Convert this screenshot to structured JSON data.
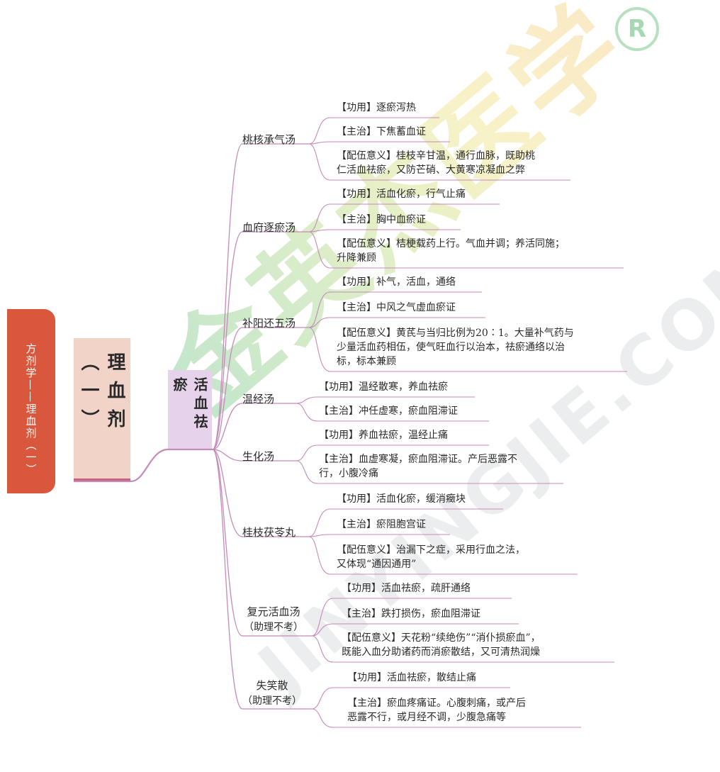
{
  "side_title": "方剂学——理血剂（一）",
  "main_title": "理血剂（一）",
  "category": "活血祛瘀",
  "formulas": [
    {
      "name": "桃核承气汤",
      "note": "",
      "items": [
        [
          "【功用】逐瘀泻热"
        ],
        [
          "【主治】下焦蓄血证"
        ],
        [
          "【配伍意义】桂枝辛甘温，通行血脉，既助桃",
          "仁活血祛瘀，又防芒硝、大黄寒凉凝血之弊"
        ]
      ]
    },
    {
      "name": "血府逐瘀汤",
      "note": "",
      "items": [
        [
          "【功用】活血化瘀，行气止痛"
        ],
        [
          "【主治】胸中血瘀证"
        ],
        [
          "【配伍意义】桔梗载药上行。气血并调；养活同施；",
          "升降兼顾"
        ]
      ]
    },
    {
      "name": "补阳还五汤",
      "note": "",
      "items": [
        [
          "【功用】补气，活血，通络"
        ],
        [
          "【主治】中风之气虚血瘀证"
        ],
        [
          "【配伍意义】黄芪与当归比例为20∶1。大量补气药与",
          "少量活血药相伍，使气旺血行以治本，祛瘀通络以治",
          "标，标本兼顾"
        ]
      ]
    },
    {
      "name": "温经汤",
      "note": "",
      "items": [
        [
          "【功用】温经散寒，养血祛瘀"
        ],
        [
          "【主治】冲任虚寒，瘀血阻滞证"
        ]
      ]
    },
    {
      "name": "生化汤",
      "note": "",
      "items": [
        [
          "【功用】养血祛瘀，温经止痛"
        ],
        [
          "【主治】血虚寒凝，瘀血阻滞证。产后恶露不",
          "行，小腹冷痛"
        ]
      ]
    },
    {
      "name": "桂枝茯苓丸",
      "note": "",
      "items": [
        [
          "【功用】活血化瘀，缓消癥块"
        ],
        [
          "【主治】瘀阻胞宫证"
        ],
        [
          "【配伍意义】治漏下之症，采用行血之法，",
          "又体现“通因通用”"
        ]
      ]
    },
    {
      "name": "复元活血汤",
      "note": "（助理不考）",
      "items": [
        [
          "【功用】活血祛瘀，疏肝通络"
        ],
        [
          "【主治】跌打损伤，瘀血阻滞证"
        ],
        [
          "【配伍意义】天花粉“续绝伤”“消仆损瘀血”，",
          "既能入血分助诸药而消瘀散结，又可清热润燥"
        ]
      ]
    },
    {
      "name": "失笑散",
      "note": "（助理不考）",
      "items": [
        [
          "【功用】活血祛瘀，散结止痛"
        ],
        [
          "【主治】瘀血疼痛证。心腹刺痛，或产后",
          "恶露不行，或月经不调，少腹急痛等"
        ]
      ]
    }
  ],
  "colors": {
    "line": "#c58ab9",
    "tab": "#d9573d",
    "title_bg": "#f2d3c8",
    "sub_bg": "#e6d2ea"
  }
}
